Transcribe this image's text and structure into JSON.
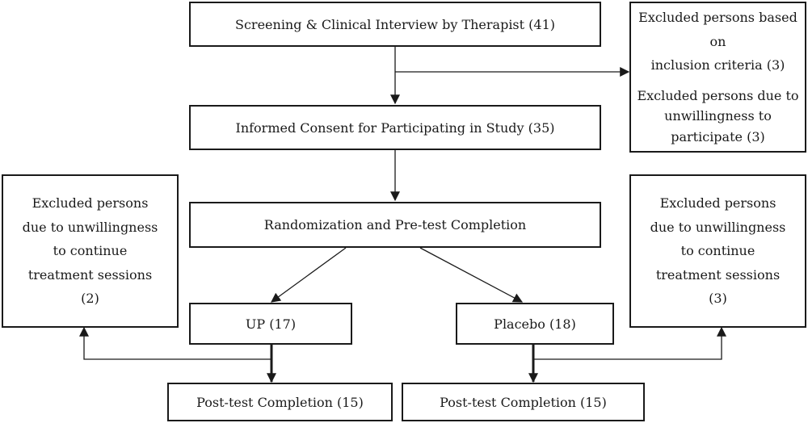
{
  "nodes": {
    "screening": "Screening & Clinical Interview by Therapist (41)",
    "excluded_top": {
      "line1": "Excluded persons based on",
      "line2": "inclusion criteria (3)",
      "line3": "Excluded persons due to",
      "line4": "unwillingness to",
      "line5": "participate (3)"
    },
    "consent": "Informed Consent for Participating in Study (35)",
    "randomization": "Randomization and Pre-test Completion",
    "up": "UP (17)",
    "placebo": "Placebo (18)",
    "excluded_left": {
      "line1": "Excluded persons",
      "line2": "due to unwillingness",
      "line3": "to continue",
      "line4": "treatment sessions",
      "line5": "(2)"
    },
    "excluded_right": {
      "line1": "Excluded persons",
      "line2": "due to unwillingness",
      "line3": "to continue",
      "line4": "treatment sessions",
      "line5": "(3)"
    },
    "posttest_left": "Post-test Completion (15)",
    "posttest_right": "Post-test Completion (15)"
  }
}
